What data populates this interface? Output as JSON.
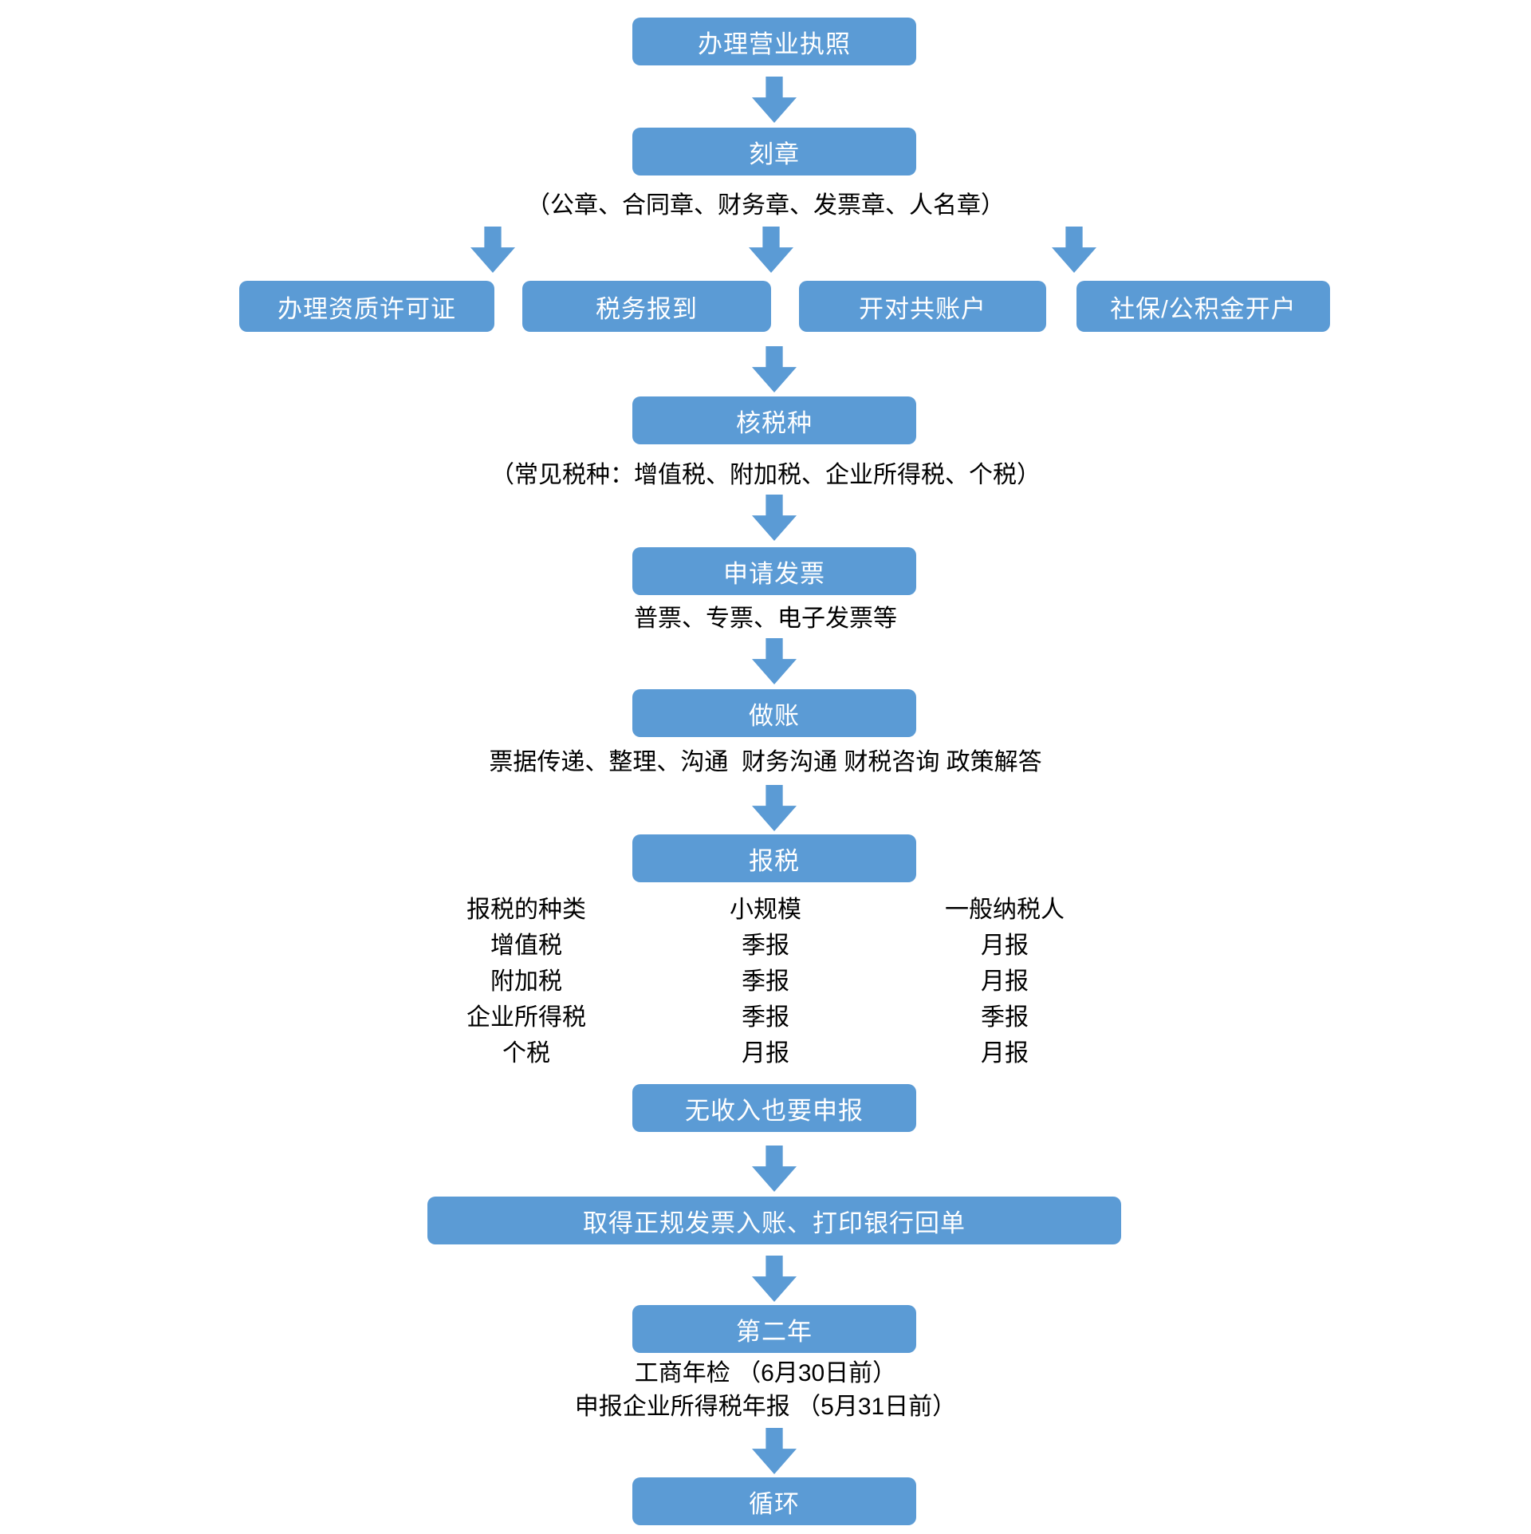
{
  "colors": {
    "node_blue": "#5B9BD5",
    "node_text": "#FFFFFF",
    "caption_text": "#000000",
    "background": "#FFFFFF"
  },
  "flow": {
    "step_business_license": "办理营业执照",
    "step_seals": "刻章",
    "seals_note": "（公章、合同章、财务章、发票章、人名章）",
    "branch_qualification": "办理资质许可证",
    "branch_tax_register": "税务报到",
    "branch_bank_account": "开对共账户",
    "branch_social_security": "社保/公积金开户",
    "step_tax_types": "核税种",
    "tax_types_note": "（常见税种：增值税、附加税、企业所得税、个税）",
    "step_apply_invoice": "申请发票",
    "apply_invoice_note": "普票、专票、电子发票等",
    "step_bookkeeping": "做账",
    "bookkeeping_note": "票据传递、整理、沟通  财务沟通 财税咨询 政策解答",
    "step_tax_filing": "报税",
    "step_no_income": "无收入也要申报",
    "step_formal_invoice": "取得正规发票入账、打印银行回单",
    "step_second_year": "第二年",
    "second_year_note1": "工商年检 （6月30日前）",
    "second_year_note2": "申报企业所得税年报 （5月31日前）",
    "step_loop": "循环"
  },
  "tax_table": {
    "rows": [
      [
        "报税的种类",
        "小规模",
        "一般纳税人"
      ],
      [
        "增值税",
        "季报",
        "月报"
      ],
      [
        "附加税",
        "季报",
        "月报"
      ],
      [
        "企业所得税",
        "季报",
        "季报"
      ],
      [
        "个税",
        "月报",
        "月报"
      ]
    ]
  }
}
